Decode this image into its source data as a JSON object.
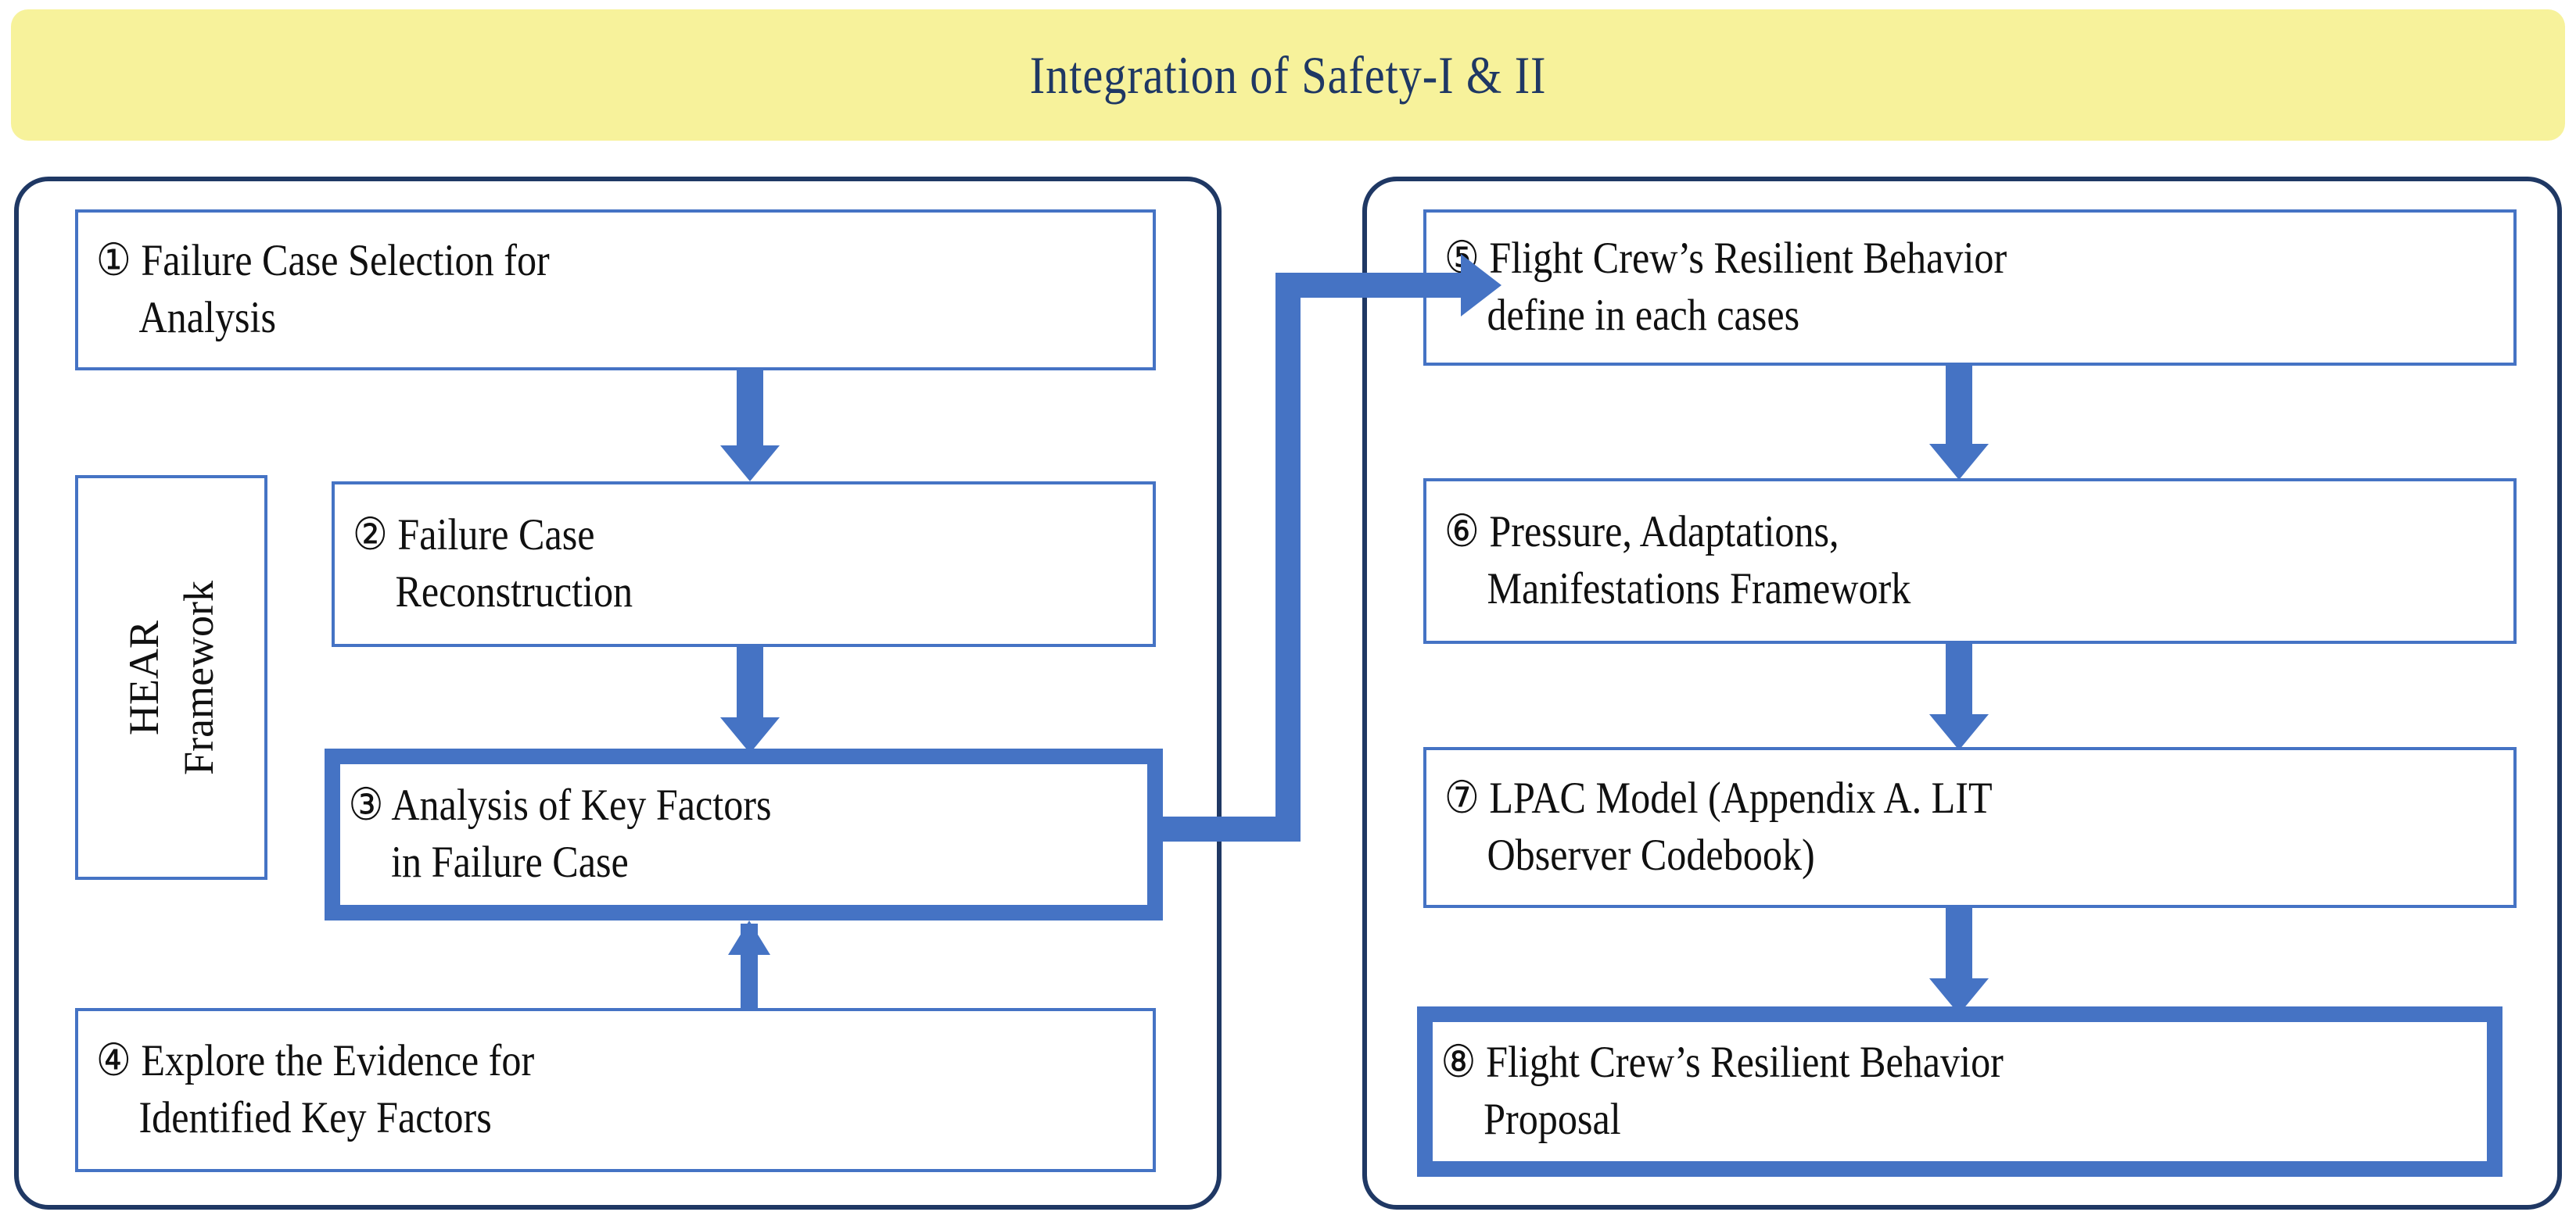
{
  "header": {
    "title": "Integration of Safety-I & II",
    "background_color": "#F7F29B",
    "text_color": "#1F3864"
  },
  "theme": {
    "panel_border_color": "#1F3864",
    "box_border_color": "#4573C4",
    "arrow_color": "#4573C4",
    "box_fill": "#ffffff",
    "text_color": "#101010"
  },
  "left_panel": {
    "side_label": {
      "name": "HEAR Framework",
      "line1": "HEAR",
      "line2": "Framework"
    },
    "nodes": [
      {
        "id": "node-1",
        "marker": "①",
        "line1": "Failure Case Selection for",
        "line2": "Analysis",
        "emphasis": false
      },
      {
        "id": "node-2",
        "marker": "②",
        "line1": "Failure Case",
        "line2": "Reconstruction",
        "emphasis": false
      },
      {
        "id": "node-3",
        "marker": "③",
        "line1": "Analysis of Key Factors",
        "line2": "in Failure Case",
        "emphasis": true
      },
      {
        "id": "node-4",
        "marker": "④",
        "line1": "Explore the Evidence for",
        "line2": "Identified Key Factors",
        "emphasis": false
      }
    ]
  },
  "right_panel": {
    "nodes": [
      {
        "id": "node-5",
        "marker": "⑤",
        "line1": "Flight Crew’s Resilient Behavior",
        "line2": "define in each cases",
        "emphasis": false
      },
      {
        "id": "node-6",
        "marker": "⑥",
        "line1": "Pressure, Adaptations,",
        "line2": "Manifestations Framework",
        "emphasis": false
      },
      {
        "id": "node-7",
        "marker": "⑦",
        "line1": "LPAC Model (Appendix A. LIT",
        "line2": "Observer Codebook)",
        "emphasis": false
      },
      {
        "id": "node-8",
        "marker": "⑧",
        "line1": " Flight Crew’s Resilient Behavior",
        "line2": "Proposal",
        "emphasis": true
      }
    ]
  },
  "connections": [
    {
      "id": "arrow-1-to-2",
      "from": "node-1",
      "to": "node-2",
      "direction": "down"
    },
    {
      "id": "arrow-2-to-3",
      "from": "node-2",
      "to": "node-3",
      "direction": "down"
    },
    {
      "id": "arrow-4-to-3",
      "from": "node-4",
      "to": "node-3",
      "direction": "up"
    },
    {
      "id": "arrow-3-to-5",
      "from": "node-3",
      "to": "node-5",
      "direction": "right-elbow"
    },
    {
      "id": "arrow-5-to-6",
      "from": "node-5",
      "to": "node-6",
      "direction": "down"
    },
    {
      "id": "arrow-6-to-7",
      "from": "node-6",
      "to": "node-7",
      "direction": "down"
    },
    {
      "id": "arrow-7-to-8",
      "from": "node-7",
      "to": "node-8",
      "direction": "down"
    }
  ]
}
